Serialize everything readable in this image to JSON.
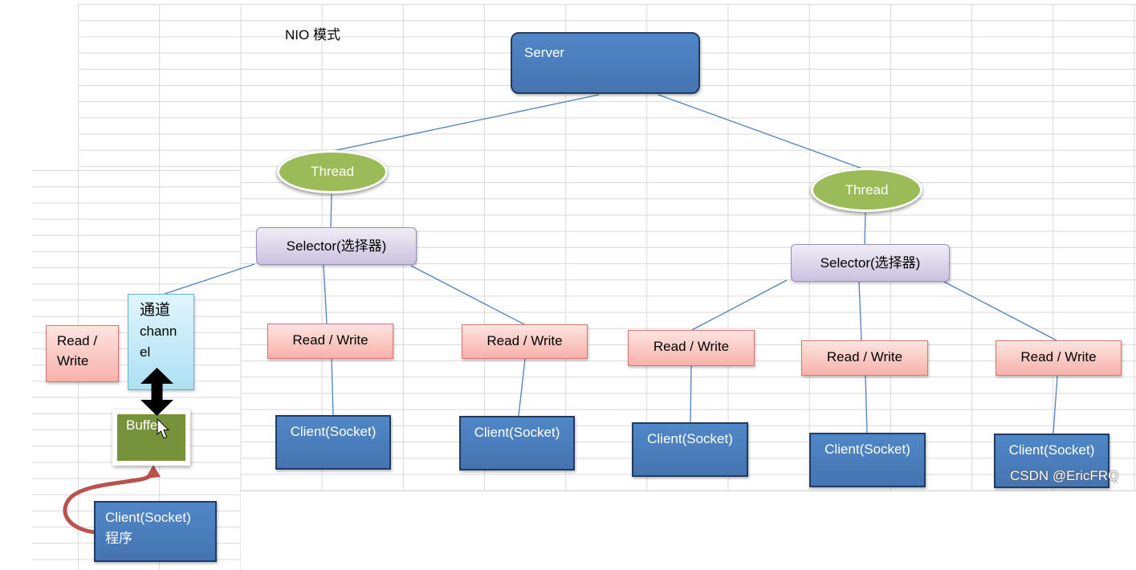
{
  "title": "NIO 模式",
  "server": {
    "label": "Server"
  },
  "threads": [
    "Thread",
    "Thread"
  ],
  "selectors": [
    "Selector(选择器)",
    "Selector(选择器)"
  ],
  "read_write": [
    "Read / Write",
    "Read / Write",
    "Read / Write",
    "Read / Write",
    "Read / Write"
  ],
  "clients": [
    "Client(Socket)",
    "Client(Socket)",
    "Client(Socket)",
    "Client(Socket)",
    "Client(Socket)"
  ],
  "left_panel": {
    "read_write": [
      "Read /",
      "Write"
    ],
    "channel": [
      "通道",
      "chann",
      "el"
    ],
    "buffer": "Buffer",
    "client_program": [
      "Client(Socket)",
      "程序"
    ]
  },
  "watermark": "CSDN @EricFRQ",
  "icons": {
    "channel_buffer_arrow": "double-arrow-icon",
    "client_to_buffer_arrow": "curved-arrow-icon",
    "pointer": "mouse-cursor-icon"
  },
  "colors": {
    "box_blue_top": "#5087c6",
    "box_blue_bottom": "#4574b1",
    "box_blue_border": "#203c64",
    "thread_fill": "#9bbb59",
    "buffer_fill": "#76933c",
    "selector_fill_top": "#f0ecf6",
    "selector_fill_bottom": "#cbc1df",
    "selector_border": "#9b8cbd",
    "read_write_fill_top": "#fde4e0",
    "read_write_fill_bottom": "#f7b2aa",
    "read_write_border": "#d7756d",
    "channel_fill_top": "#e0f5fd",
    "channel_fill_bottom": "#ade0f3",
    "channel_border": "#5cb2d0",
    "connector": "#4f81bd",
    "curved_arrow": "#b9524c",
    "grid_line": "#d9d9d9"
  }
}
